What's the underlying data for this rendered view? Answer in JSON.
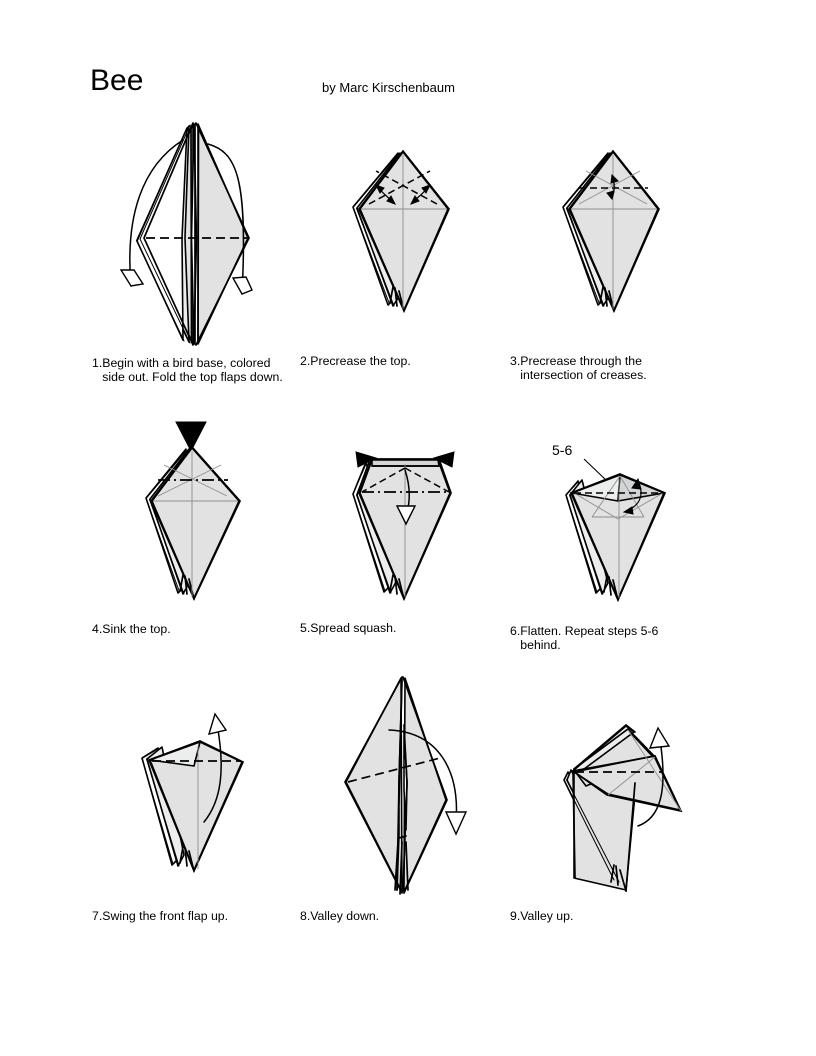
{
  "document": {
    "title": "Bee",
    "author": "by Marc Kirschenbaum"
  },
  "steps": [
    {
      "number": "1.",
      "text": "Begin with a bird base, colored side out. Fold the top flaps down.",
      "figure": "bird-base-with-valley-fold",
      "annotations": []
    },
    {
      "number": "2.",
      "text": "Precrease the top.",
      "figure": "kite-precrease-top",
      "annotations": []
    },
    {
      "number": "3.",
      "text": "Precrease through the intersection of creases.",
      "figure": "kite-precrease-intersection",
      "annotations": []
    },
    {
      "number": "4.",
      "text": "Sink the top.",
      "figure": "kite-sink-top",
      "annotations": []
    },
    {
      "number": "5.",
      "text": "Spread squash.",
      "figure": "flat-top-spread-squash",
      "annotations": []
    },
    {
      "number": "6.",
      "text": "Flatten. Repeat steps 5-6 behind.",
      "figure": "wide-top-flatten",
      "annotations": [
        {
          "label": "5-6",
          "name": "repeat-steps-label"
        }
      ]
    },
    {
      "number": "7.",
      "text": "Swing the front flap up.",
      "figure": "swing-front-flap-up",
      "annotations": []
    },
    {
      "number": "8.",
      "text": "Valley down.",
      "figure": "tall-diamond-valley-down",
      "annotations": []
    },
    {
      "number": "9.",
      "text": "Valley up.",
      "figure": "angled-shape-valley-up",
      "annotations": []
    }
  ],
  "colors": {
    "paper_fill": "#e2e2e2",
    "paper_light": "#eceded",
    "line": "#000000",
    "crease": "#8d8f90",
    "background": "#ffffff"
  }
}
